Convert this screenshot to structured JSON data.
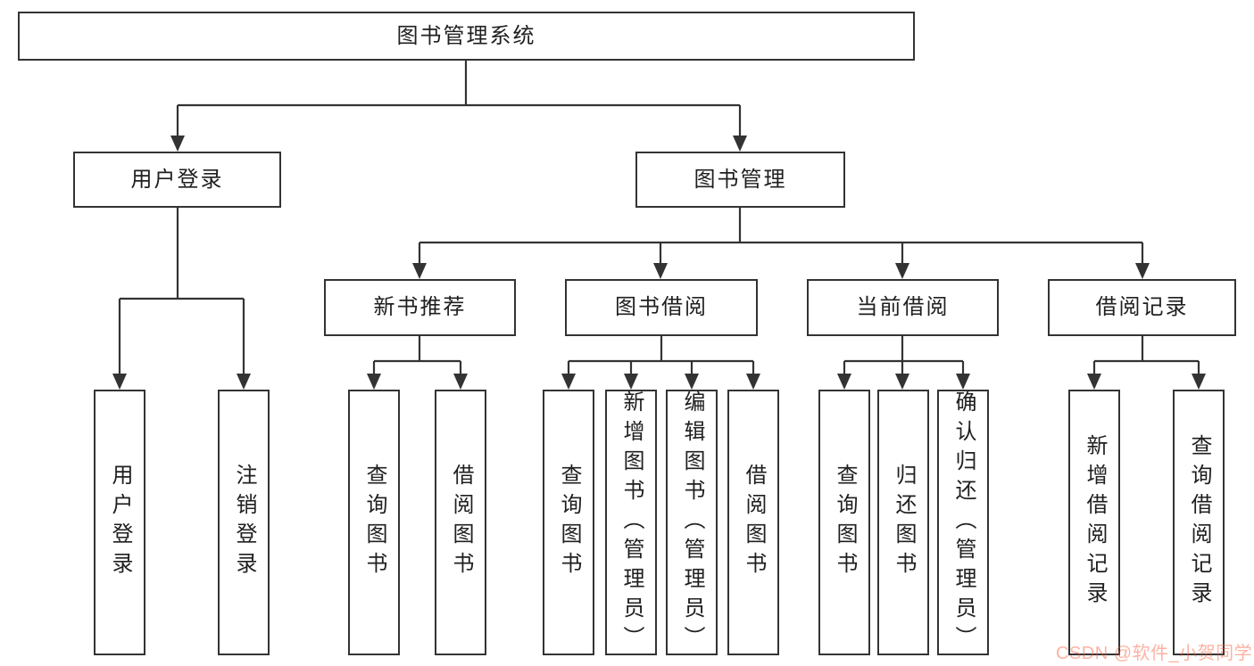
{
  "tree": {
    "root": {
      "label": "图书管理系统"
    },
    "user_login": {
      "label": "用户登录",
      "children": [
        {
          "label": "用户登录"
        },
        {
          "label": "注销登录"
        }
      ]
    },
    "book_management": {
      "label": "图书管理",
      "sections": {
        "new_book_recommend": {
          "label": "新书推荐",
          "children": [
            {
              "label": "查询图书"
            },
            {
              "label": "借阅图书"
            }
          ]
        },
        "book_borrowing": {
          "label": "图书借阅",
          "children": [
            {
              "label": "查询图书"
            },
            {
              "label": "新增图书（管理员）"
            },
            {
              "label": "编辑图书（管理员）"
            },
            {
              "label": "借阅图书"
            }
          ]
        },
        "current_borrowing": {
          "label": "当前借阅",
          "children": [
            {
              "label": "查询图书"
            },
            {
              "label": "归还图书"
            },
            {
              "label": "确认归还（管理员）"
            }
          ]
        },
        "borrowing_records": {
          "label": "借阅记录",
          "children": [
            {
              "label": "新增借阅记录"
            },
            {
              "label": "查询借阅记录"
            }
          ]
        }
      }
    }
  },
  "watermark": {
    "text": "CSDN @软件_小贺同学",
    "color": "#fc5531"
  },
  "colors": {
    "line": "#333333",
    "text": "#1f1f1f",
    "background": "#ffffff"
  }
}
